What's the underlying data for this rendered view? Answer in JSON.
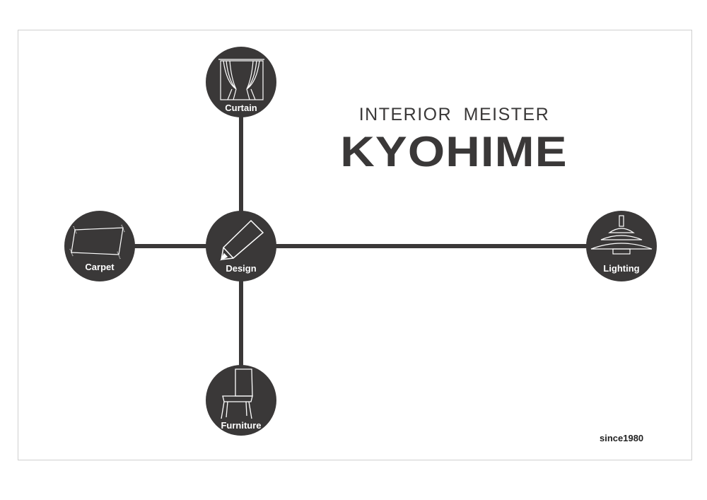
{
  "header": {
    "subtitle": "INTERIOR MEISTER",
    "brand": "KYOHIME"
  },
  "nodes": {
    "center": "Design",
    "top": "Curtain",
    "left": "Carpet",
    "right": "Lighting",
    "bottom": "Furniture"
  },
  "footer": {
    "since": "since1980"
  },
  "colors": {
    "dark": "#3a3838",
    "border": "#cfcfcf"
  }
}
